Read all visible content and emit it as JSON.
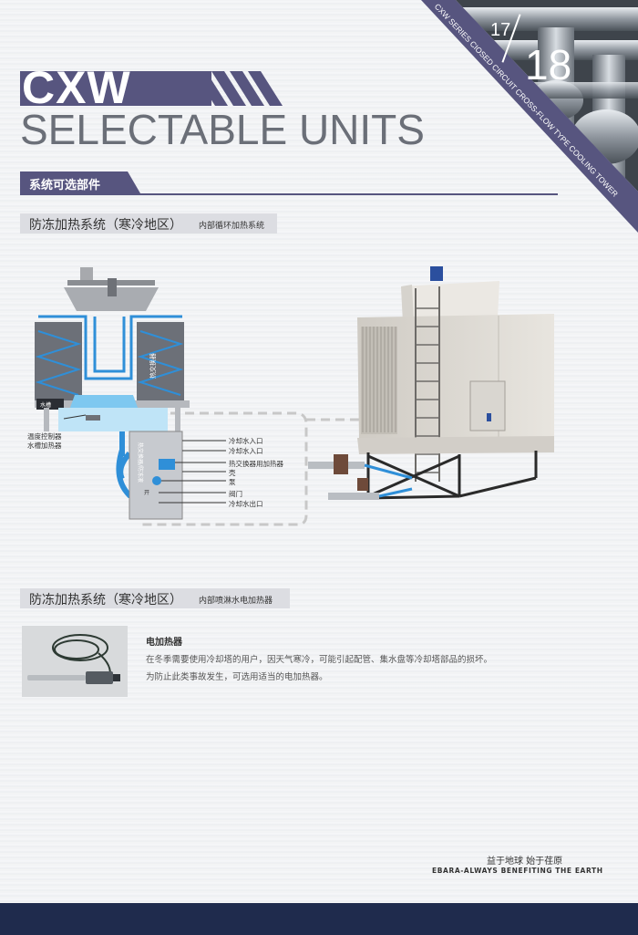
{
  "header": {
    "brand": "CXW",
    "title": "SELECTABLE UNITS"
  },
  "corner": {
    "page_left": "17",
    "page_right": "18",
    "diagonal_text": "CXW SERIES CIOSED CIRCUIT CROSS-FLOW TYPE COOLING TOWER"
  },
  "section": {
    "title": "系统可选部件"
  },
  "system1": {
    "title": "防冻加热系统（寒冷地区）",
    "subtitle": "内部循环加热系统",
    "left_labels": [
      "温度控制器",
      "水槽加热器"
    ],
    "right_labels": [
      "冷却水入口",
      "冷却水入口",
      "热交换器用加热器",
      "壳",
      "泵",
      "阀门",
      "冷却水出口"
    ],
    "unit_labels": {
      "tower_label": "热交换器",
      "small_label": "水槽",
      "box_vertical": "热交换器/防冻液",
      "open_label": "开"
    }
  },
  "system2": {
    "title": "防冻加热系统（寒冷地区）",
    "subtitle": "内部喷淋水电加热器"
  },
  "heater": {
    "title": "电加热器",
    "line1": "在冬季需要使用冷却塔的用户，因天气寒冷，可能引起配管、集水盘等冷却塔部品的损坏。",
    "line2": "为防止此类事故发生，可选用适当的电加热器。"
  },
  "footer": {
    "slogan_cn": "益于地球  始于荏原",
    "slogan_en": "EBARA-ALWAYS BENEFITING THE EARTH"
  },
  "colors": {
    "accent": "#57557f",
    "diagram_blue": "#2f8fd8",
    "bottom_bar": "#1f2b4d"
  }
}
